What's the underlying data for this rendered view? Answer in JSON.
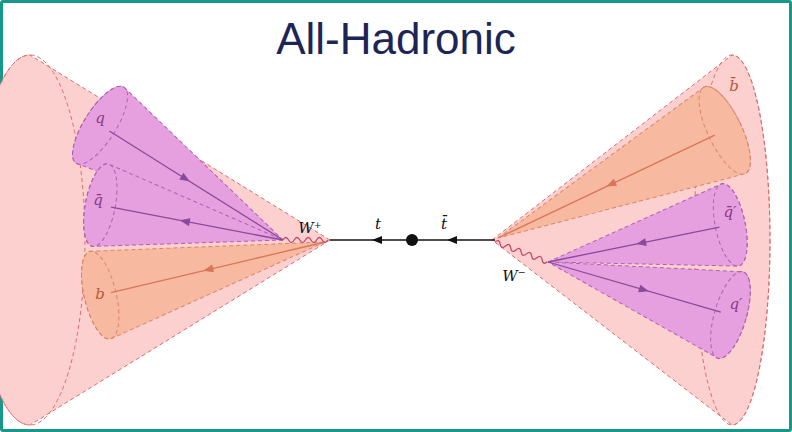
{
  "diagram": {
    "title": "All-Hadronic",
    "labels": [
      "q",
      "q̄",
      "b",
      "W⁺",
      "t",
      "t̄",
      "W⁻",
      "b̄",
      "q̄′",
      "q′"
    ]
  }
}
